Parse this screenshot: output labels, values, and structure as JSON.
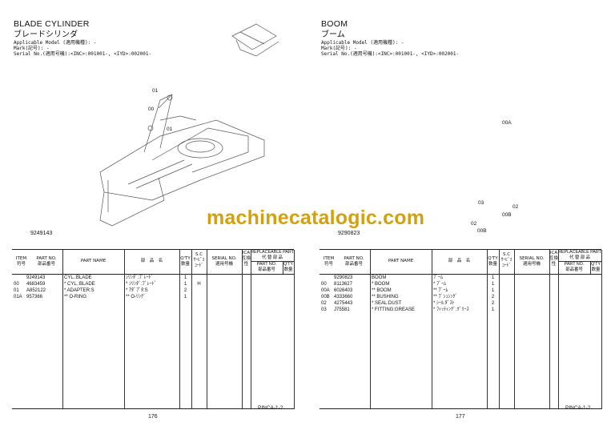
{
  "watermark": "machinecatalogic.com",
  "watermark_color": "#d4a010",
  "headers": {
    "item": "ITEM",
    "item_jp": "符号",
    "part_no": "PART NO.",
    "part_no_jp": "部品番号",
    "part_name": "PART NAME",
    "part_name_jp": "部　品　名",
    "qty": "Q'TY",
    "qty_jp": "数量",
    "sc": "S.C",
    "sc_jp1": "ｻｰﾋﾞｽ",
    "sc_jp2": "ｺｰﾄﾞ",
    "serial": "SERIAL NO.",
    "serial_jp": "適用号機",
    "ica": "ICA",
    "ica_jp": "互換性",
    "replaceable": "REPLACEABLE PART",
    "replaceable_jp": "代 替 部 品",
    "rep_part_no": "PART NO.",
    "rep_part_no_jp": "部品番号",
    "rep_qty": "Q'TY",
    "rep_qty_jp": "数量"
  },
  "pages": [
    {
      "title": "BLADE CYLINDER",
      "title_jp": "ブレードシリンダ",
      "applicable": "Applicable Model (適用機種): -",
      "mark": "Mark(記号): -",
      "serial": "Serial No.(適用号機):<INC>:001001-, <IYD>:002001-",
      "figure_no": "9249143",
      "callouts": [
        "01",
        "00",
        "01"
      ],
      "footer": "PINCA-1-2",
      "page_number": "176",
      "rows": [
        {
          "item": "",
          "part_no": "9249143",
          "name": "CYL.:BLADE",
          "name_jp": "ｼﾘﾝﾀﾞ:ﾌﾞﾚｰﾄﾞ",
          "qty": "1",
          "sc": ""
        },
        {
          "item": "00",
          "part_no": "4683459",
          "name": "* CYL.:BLADE",
          "name_jp": "* ｼﾘﾝﾀﾞ:ﾌﾞﾚｰﾄﾞ",
          "qty": "1",
          "sc": "H"
        },
        {
          "item": "01",
          "part_no": "A852122",
          "name": "* ADAPTER:S",
          "name_jp": "* ｱﾀﾞﾌﾟﾀ:S",
          "qty": "2",
          "sc": ""
        },
        {
          "item": "01A",
          "part_no": "957366",
          "name": "** O-RING",
          "name_jp": "** O-ﾘﾝｸﾞ",
          "qty": "1",
          "sc": ""
        }
      ]
    },
    {
      "title": "BOOM",
      "title_jp": "ブーム",
      "applicable": "Applicable Model (適用機種): -",
      "mark": "Mark(記号): -",
      "serial": "Serial No.(適用号機):<INC>:001001-, <IYD>:002001-",
      "figure_no": "9290823",
      "callouts": [
        "00A",
        "03",
        "02",
        "00B",
        "02",
        "00B"
      ],
      "footer": "PINCA-1-2",
      "page_number": "177",
      "rows": [
        {
          "item": "",
          "part_no": "9290823",
          "name": "BOOM",
          "name_jp": "ﾌﾞｰﾑ",
          "qty": "1",
          "sc": ""
        },
        {
          "item": "00",
          "part_no": "8113627",
          "name": "* BOOM",
          "name_jp": "* ﾌﾞｰﾑ",
          "qty": "1",
          "sc": ""
        },
        {
          "item": "00A",
          "part_no": "6026403",
          "name": "** BOOM",
          "name_jp": "** ﾌﾞｰﾑ",
          "qty": "1",
          "sc": ""
        },
        {
          "item": "00B",
          "part_no": "4333660",
          "name": "** BUSHING",
          "name_jp": "** ﾌﾞｼｭｼﾝｸﾞ",
          "qty": "2",
          "sc": ""
        },
        {
          "item": "02",
          "part_no": "4275443",
          "name": "* SEAL:DUST",
          "name_jp": "* ｼｰﾙ:ﾀﾞｽﾄ",
          "qty": "2",
          "sc": ""
        },
        {
          "item": "03",
          "part_no": "J75581",
          "name": "* FITTING:GREASE",
          "name_jp": "* ﾌｨｯﾃｨﾝｸﾞ:ｸﾞﾘｰｽ",
          "qty": "1",
          "sc": ""
        }
      ]
    }
  ]
}
